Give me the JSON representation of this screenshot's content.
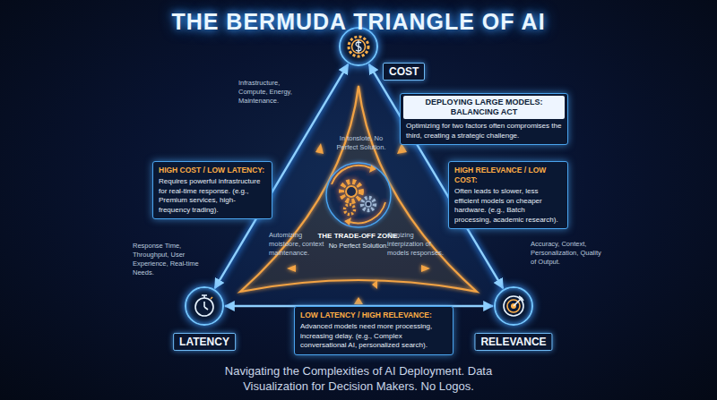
{
  "diagram": {
    "title": "THE BERMUDA TRIANGLE OF AI",
    "caption": "Navigating the Complexities of AI Deployment. Data Visualization for Decision Makers. No Logos.",
    "nodes": [
      {
        "text": [
          "COST"
        ]
      },
      {
        "text": [
          "LATENCY"
        ]
      },
      {
        "text": [
          "RELEVANCE"
        ]
      },
      {
        "text": [
          "DEPLOYING LARGE MODELS: BALANCING ACT",
          "Optimizing for two factors often compromises the third, creating a strategic challenge."
        ]
      },
      {
        "text": [
          "HIGH COST / LOW LATENCY:",
          "Requires powerful infrastructure for real-time response. (e.g., Premium services, high-frequency trading)."
        ]
      },
      {
        "text": [
          "HIGH RELEVANCE / LOW COST:",
          "Often leads to slower, less efficient models on cheaper hardware. (e.g., Batch processing, academic research)."
        ]
      },
      {
        "text": [
          "LOW LATENCY / HIGH RELEVANCE:",
          "Advanced models need more processing, increasing delay. (e.g., Complex conversational AI, personalized search)."
        ]
      }
    ],
    "edges": [
      {
        "from": 0,
        "to": 1,
        "arrow": "both"
      },
      {
        "from": 0,
        "to": 2,
        "arrow": "both"
      },
      {
        "from": 1,
        "to": 2,
        "arrow": "both"
      }
    ],
    "labels": [
      "Infrastructure, Compute, Energy, Maintenance.",
      "In tonslote, No Perfect Solution.",
      "Response Time, Throughput, User Experience, Real-time Needs.",
      "Automizing moistoore, context maintenance.",
      "THE TRADE-OFF ZONE.",
      "No Perfect Solution.",
      "Genizing interpization of models responses.",
      "Accuracy, Context, Personalization, Quality of Output."
    ]
  }
}
